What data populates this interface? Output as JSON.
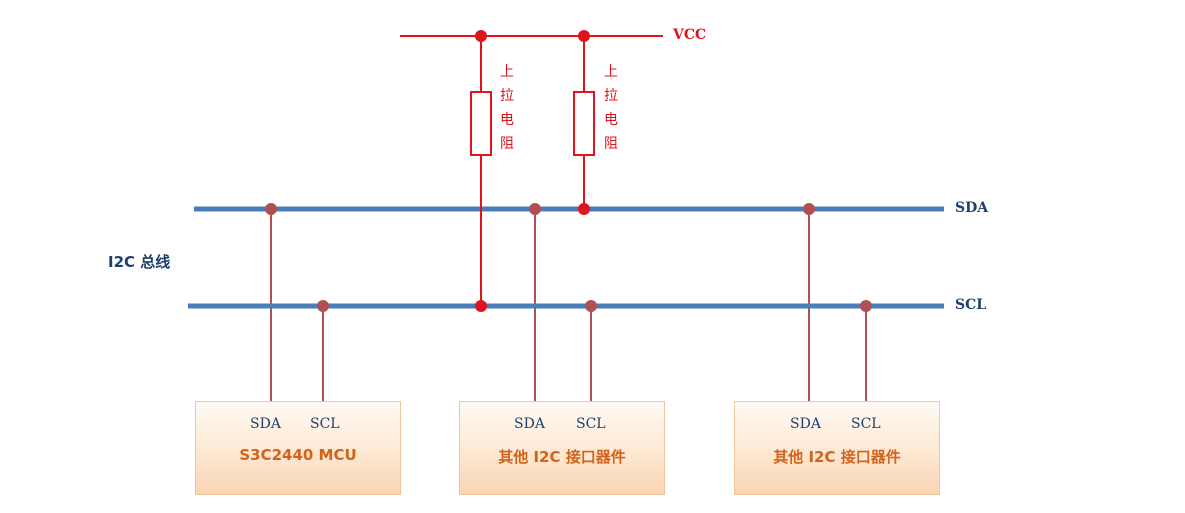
{
  "power": {
    "label": "VCC"
  },
  "resistors": [
    {
      "label": "上拉电阻"
    },
    {
      "label": "上拉电阻"
    }
  ],
  "buses": {
    "sda_label": "SDA",
    "scl_label": "SCL",
    "group_label": "I2C 总线"
  },
  "devices": [
    {
      "name": "S3C2440 MCU",
      "sda": "SDA",
      "scl": "SCL"
    },
    {
      "name": "其他 I2C 接口器件",
      "sda": "SDA",
      "scl": "SCL"
    },
    {
      "name": "其他 I2C 接口器件",
      "sda": "SDA",
      "scl": "SCL"
    }
  ],
  "colors": {
    "power": "#e0141c",
    "bus": "#4a7ebb",
    "tap": "#b05050",
    "box_title": "#d2631a",
    "label": "#1f3f6e"
  }
}
